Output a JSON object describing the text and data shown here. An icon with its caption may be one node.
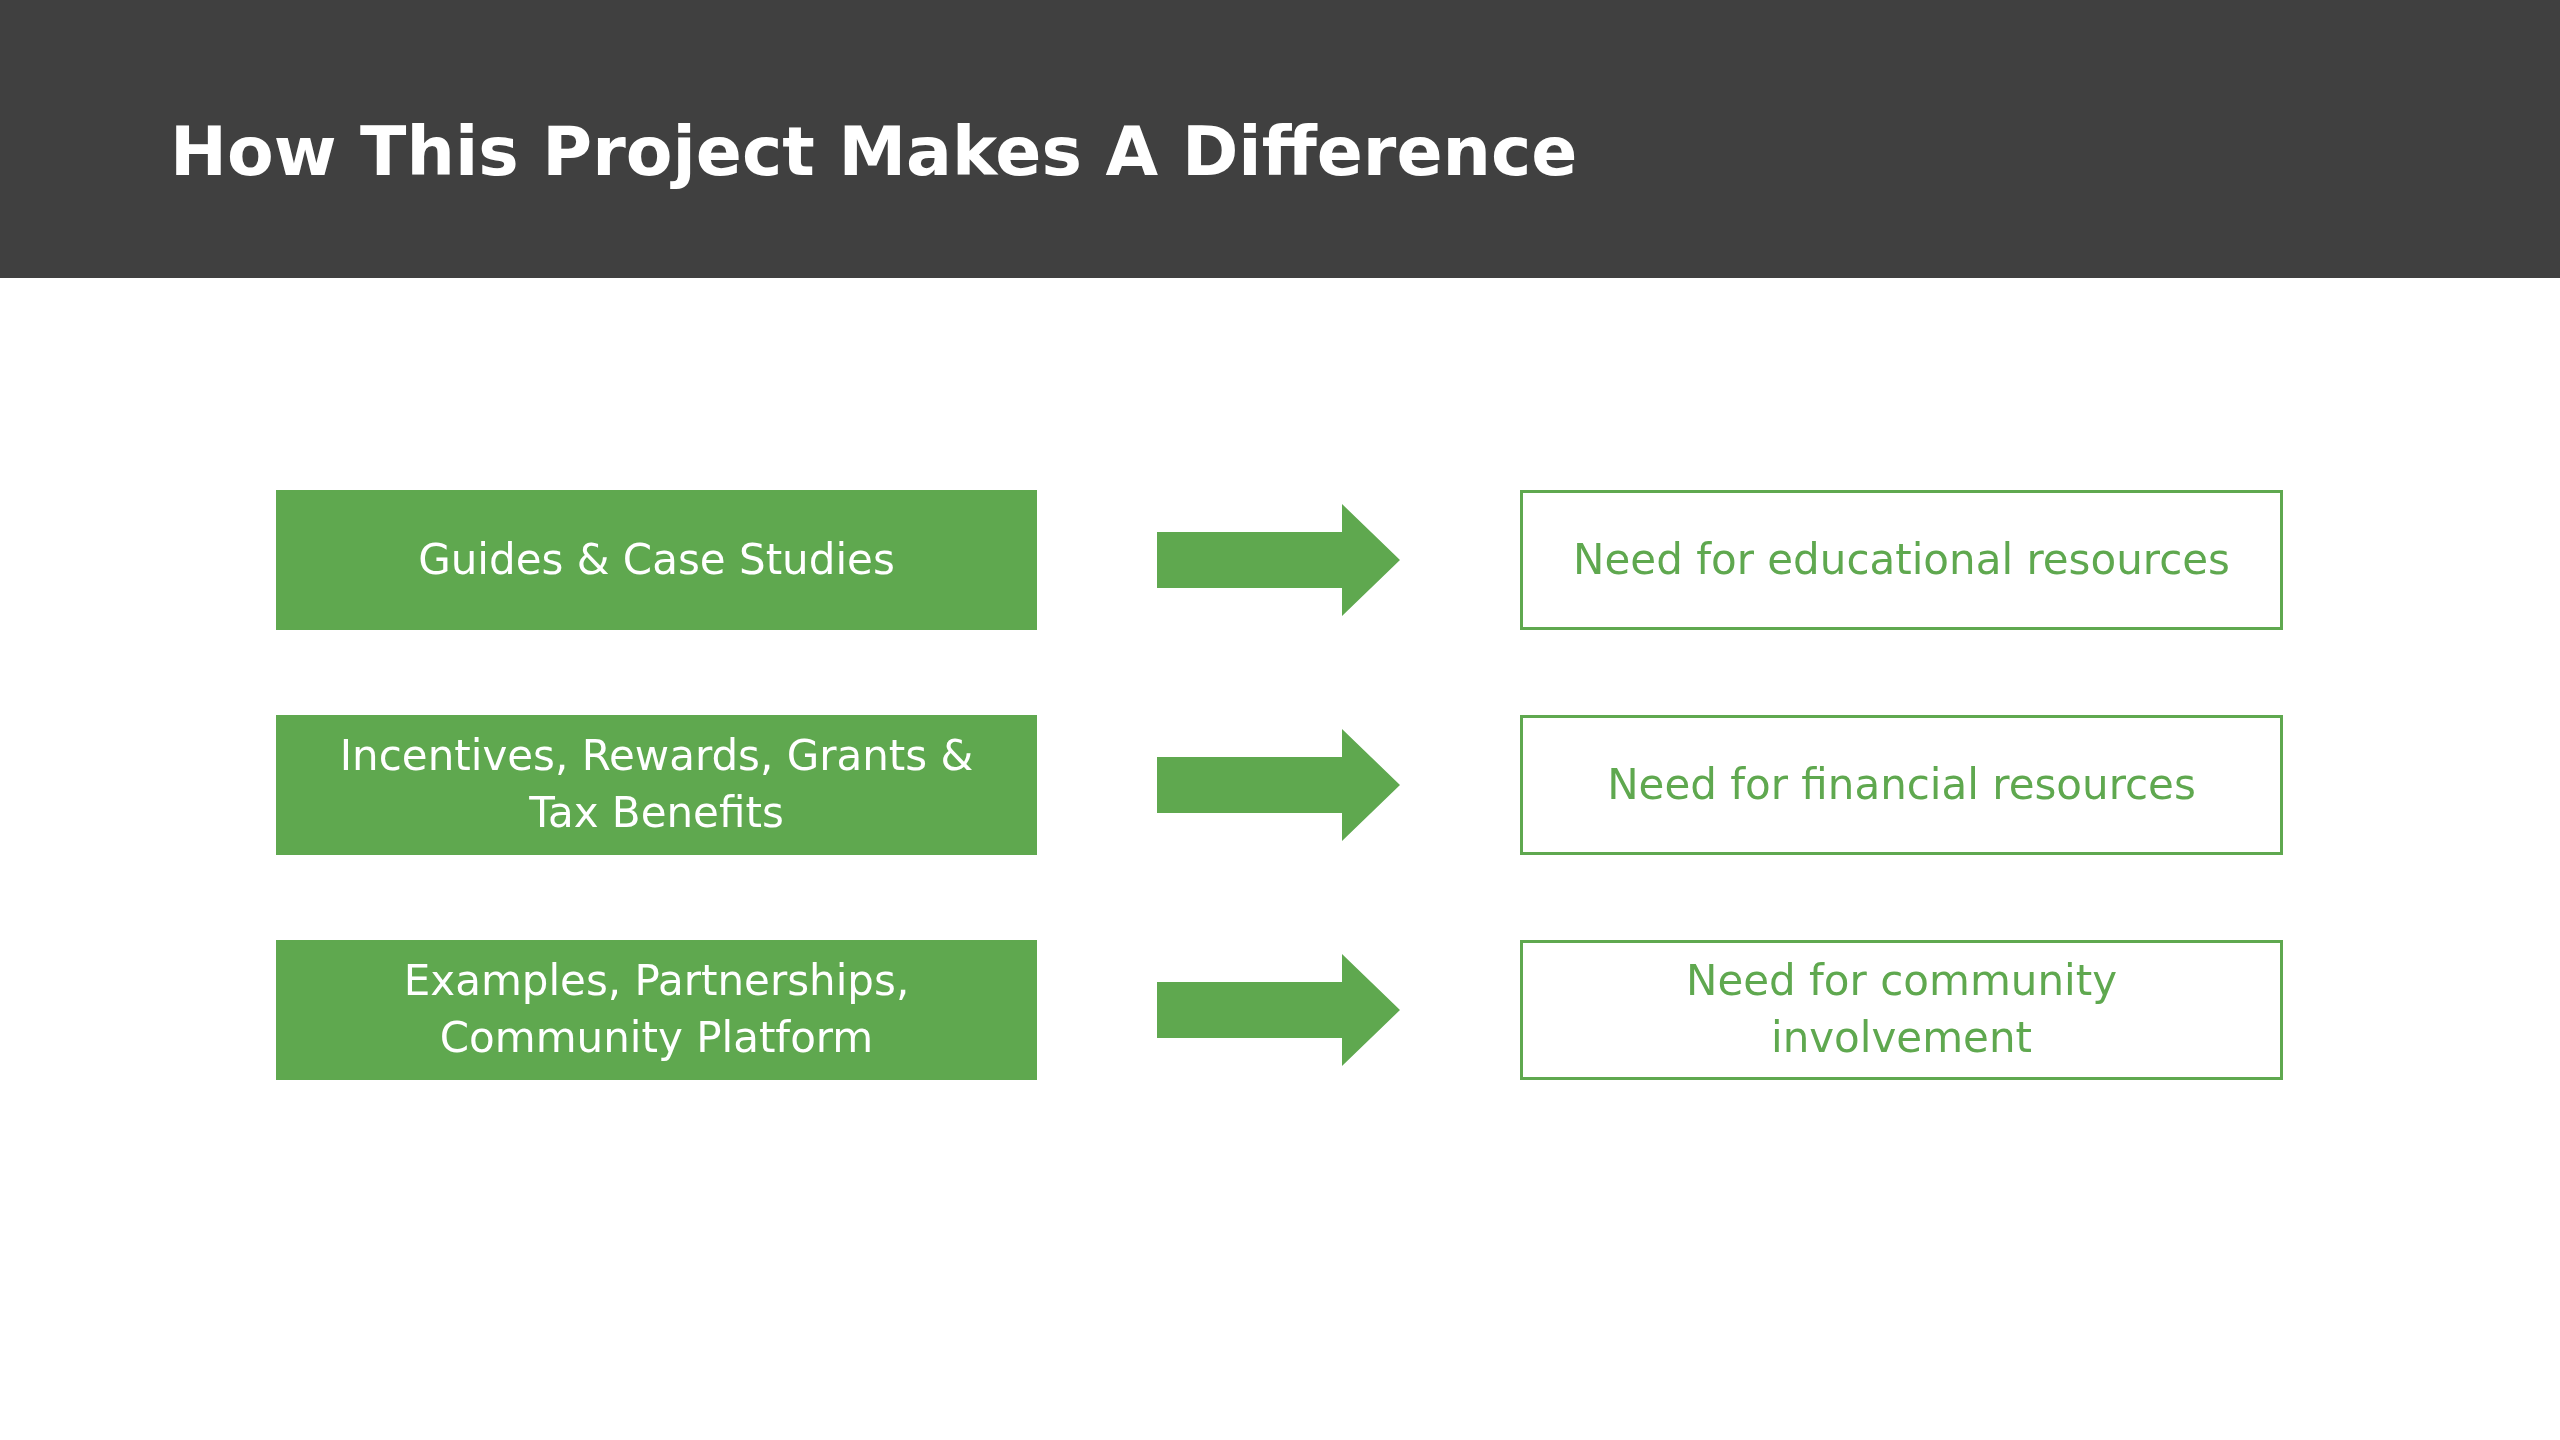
{
  "diagram": {
    "title": "How This Project Makes A Difference",
    "nodes": [
      {
        "text": [
          "Guides & Case Studies"
        ]
      },
      {
        "text": [
          "Incentives, Rewards, Grants & Tax Benefits"
        ]
      },
      {
        "text": [
          "Examples, Partnerships, Community Platform"
        ]
      },
      {
        "text": [
          "Need for educational resources"
        ]
      },
      {
        "text": [
          "Need for financial resources"
        ]
      },
      {
        "text": [
          "Need for community involvement"
        ]
      }
    ],
    "edges": [
      {
        "from": 0,
        "to": 3,
        "arrow": "to"
      },
      {
        "from": 1,
        "to": 4,
        "arrow": "to"
      },
      {
        "from": 2,
        "to": 5,
        "arrow": "to"
      }
    ]
  }
}
